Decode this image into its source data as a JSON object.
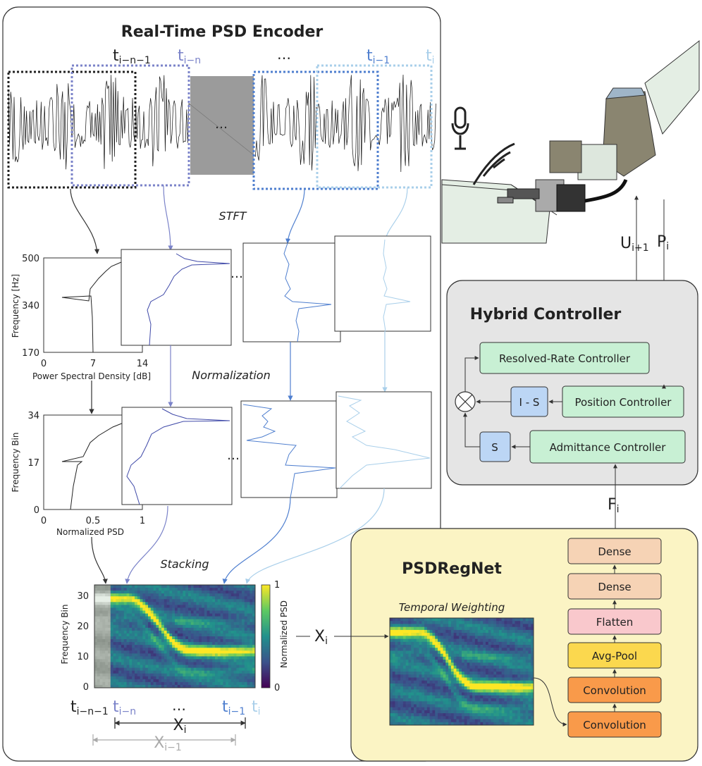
{
  "encoder": {
    "title": "Real-Time PSD Encoder",
    "time_labels": {
      "t_n1": "t",
      "t_n1_sub": "i−n−1",
      "t_n": "t",
      "t_n_sub": "i−n",
      "ellipsis": "…",
      "t_1": "t",
      "t_1_sub": "i−1",
      "t_i": "t",
      "t_i_sub": "i"
    },
    "signal_ellipsis": "…",
    "stft_label": "STFT",
    "normalization_label": "Normalization",
    "stacking_label": "Stacking",
    "psd_plot": {
      "ylabel": "Frequency [Hz]",
      "xlabel": "Power Spectral Density [dB]",
      "yticks": [
        "500",
        "340",
        "170"
      ],
      "xticks": [
        "0",
        "7",
        "14"
      ]
    },
    "norm_plot": {
      "ylabel": "Frequency Bin",
      "xlabel": "Normalized PSD",
      "yticks": [
        "34",
        "17",
        "0"
      ],
      "xticks": [
        "0",
        "0.5",
        "1"
      ]
    },
    "heatmap": {
      "ylabel": "Frequency Bin",
      "yticks": [
        "30",
        "20",
        "10",
        "0"
      ],
      "colorbar_label": "Normalized PSD",
      "colorbar_ticks": [
        "1",
        "0"
      ]
    },
    "bottom_time_labels": {
      "a": "t",
      "a_sub": "i−n−1",
      "b": "t",
      "b_sub": "i−n",
      "dots": "…",
      "c": "t",
      "c_sub": "i−1",
      "d": "t",
      "d_sub": "i"
    },
    "window_X": "X",
    "window_X_sub": "i",
    "window_Xprev": "X",
    "window_Xprev_sub": "i−1",
    "ellipsis": "…"
  },
  "signals": {
    "U": "U",
    "U_sub": "i+1",
    "P": "P",
    "P_sub": "i",
    "F": "F",
    "F_sub": "i",
    "X": "X",
    "X_sub": "i"
  },
  "controller": {
    "title": "Hybrid Controller",
    "resolved_rate": "Resolved-Rate Controller",
    "position": "Position Controller",
    "admittance": "Admittance Controller",
    "i_minus_s": "I - S",
    "s": "S"
  },
  "net": {
    "title": "PSDRegNet",
    "temporal_weighting": "Temporal Weighting",
    "layers": [
      "Dense",
      "Dense",
      "Flatten",
      "Avg-Pool",
      "Convolution",
      "Convolution"
    ]
  },
  "colors": {
    "dark_blue": "#3f49a8",
    "mid_blue": "#7b83c9",
    "blue": "#4f7fcf",
    "light_blue": "#a9cfea",
    "green_box": "#c8f0d4",
    "blue_box": "#bcd6f5",
    "dense": "#f6d3b5",
    "flatten": "#f9c8cc",
    "avgpool": "#fbd84e",
    "conv": "#f99a4a",
    "net_bg": "#fbf4c4",
    "controller_bg": "#e5e5e5"
  }
}
